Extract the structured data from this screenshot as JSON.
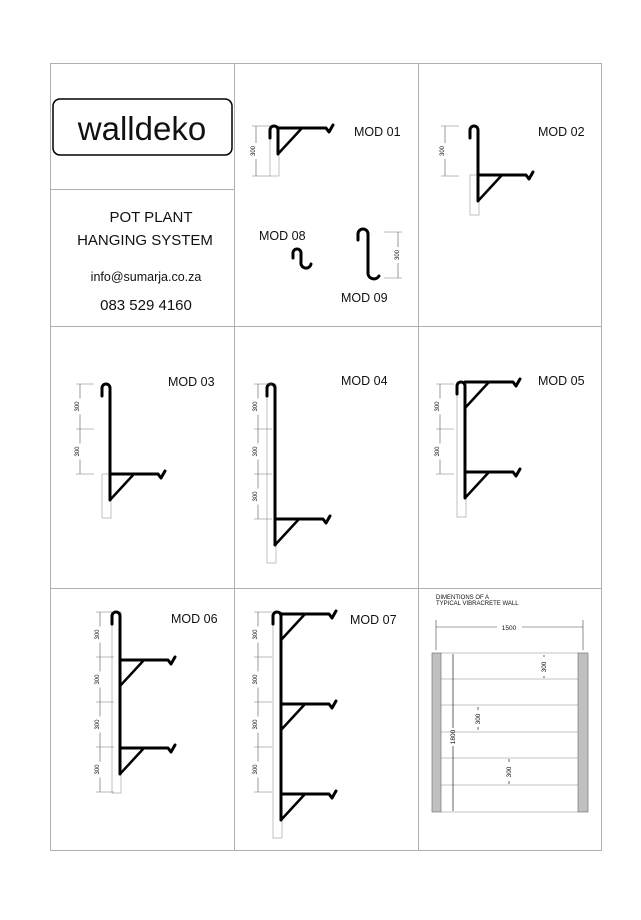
{
  "brand": {
    "logo_text": "walldeko"
  },
  "info": {
    "title_line1": "POT PLANT",
    "title_line2": "HANGING SYSTEM",
    "email": "info@sumarja.co.za",
    "phone": "083 529 4160"
  },
  "modules": [
    {
      "label": "MOD 01",
      "dims": [
        "300"
      ]
    },
    {
      "label": "MOD 02",
      "dims": [
        "300"
      ]
    },
    {
      "label": "MOD 03",
      "dims": [
        "300",
        "300"
      ]
    },
    {
      "label": "MOD 04",
      "dims": [
        "300",
        "300",
        "300"
      ]
    },
    {
      "label": "MOD 05",
      "dims": [
        "300",
        "300"
      ]
    },
    {
      "label": "MOD 06",
      "dims": [
        "300",
        "300",
        "300",
        "300"
      ]
    },
    {
      "label": "MOD 07",
      "dims": [
        "300",
        "300",
        "300",
        "300"
      ]
    },
    {
      "label": "MOD 08",
      "dims": []
    },
    {
      "label": "MOD 09",
      "dims": [
        "300"
      ]
    }
  ],
  "wall": {
    "title_line1": "DIMENTIONS OF A",
    "title_line2": "TYPICAL VIBRACRETE WALL",
    "width_label": "1500",
    "height_label": "1800",
    "panel_labels": [
      "300",
      "300",
      "300"
    ]
  },
  "colors": {
    "grid": "#b0b0b0",
    "rod": "#000000",
    "post": "#c0c0c0"
  }
}
